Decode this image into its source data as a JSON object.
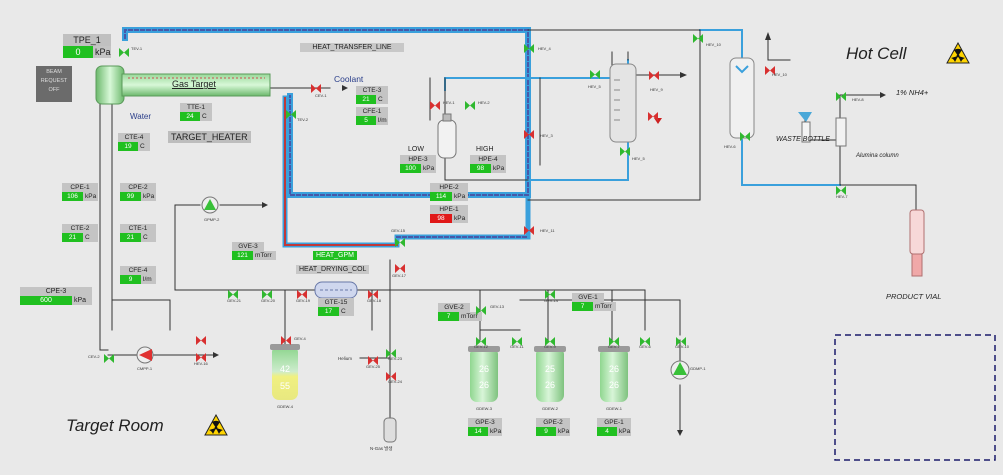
{
  "titles": {
    "hot_cell": "Hot Cell",
    "target_room": "Target Room"
  },
  "gas_target": {
    "label": "Gas Target"
  },
  "beam_box": {
    "line1": "BEAM",
    "line2": "REQUEST",
    "line3": "OFF"
  },
  "labels": {
    "heat_transfer_line": "HEAT_TRANSFER_LINE",
    "target_heater": "TARGET_HEATER",
    "heat_gpm": "HEAT_GPM",
    "heat_drying_col": "HEAT_DRYING_COL",
    "water": "Water",
    "coolant": "Coolant",
    "low": "LOW",
    "high": "HIGH",
    "nh4": "1% NH4+",
    "waste_bottle": "WASTE BOTTLE",
    "alumina_column": "Alumina column",
    "product_vial": "PRODUCT VIAL",
    "helium": "Helium",
    "n2": "N-Gas 발생"
  },
  "gauges": {
    "tpe1": {
      "name": "TPE_1",
      "value": "0",
      "unit": "kPa"
    },
    "tte1": {
      "name": "TTE-1",
      "value": "24",
      "unit": "C"
    },
    "cte3": {
      "name": "CTE-3",
      "value": "21",
      "unit": "C"
    },
    "cfe1": {
      "name": "CFE-1",
      "value": "5",
      "unit": "l/m"
    },
    "cte4": {
      "name": "CTE-4",
      "value": "19",
      "unit": "C"
    },
    "cpe1": {
      "name": "CPE-1",
      "value": "106",
      "unit": "kPa"
    },
    "cpe2": {
      "name": "CPE-2",
      "value": "99",
      "unit": "kPa"
    },
    "cte2": {
      "name": "CTE-2",
      "value": "21",
      "unit": "C"
    },
    "cte1": {
      "name": "CTE-1",
      "value": "21",
      "unit": "C"
    },
    "cfe4": {
      "name": "CFE-4",
      "value": "9",
      "unit": "l/m"
    },
    "cpe3": {
      "name": "CPE-3",
      "value": "600",
      "unit": "kPa"
    },
    "hpe3": {
      "name": "HPE-3",
      "value": "100",
      "unit": "kPa"
    },
    "hpe4": {
      "name": "HPE-4",
      "value": "98",
      "unit": "kPa"
    },
    "hpe2": {
      "name": "HPE-2",
      "value": "114",
      "unit": "kPa"
    },
    "hpe1": {
      "name": "HPE-1",
      "value": "98",
      "unit": "kPa"
    },
    "gve3": {
      "name": "GVE-3",
      "value": "121",
      "unit": "mTorr"
    },
    "gte15": {
      "name": "GTE-15",
      "value": "17",
      "unit": "C"
    },
    "gve2": {
      "name": "GVE-2",
      "value": "7",
      "unit": "mTorr"
    },
    "gve1": {
      "name": "GVE-1",
      "value": "7",
      "unit": "mTorr"
    },
    "gpe3": {
      "name": "GPE-3",
      "value": "14",
      "unit": "kPa"
    },
    "gpe2": {
      "name": "GPE-2",
      "value": "9",
      "unit": "kPa"
    },
    "gpe1": {
      "name": "GPE-1",
      "value": "4",
      "unit": "kPa"
    }
  },
  "vessels": {
    "gdew4": {
      "top": "42",
      "bottom": "55",
      "tag": "GDEW-4"
    },
    "gdew3": {
      "top": "26",
      "bottom": "26",
      "tag": "GDEW-3"
    },
    "gdew2": {
      "top": "25",
      "bottom": "26",
      "tag": "GDEW-2"
    },
    "gdew1": {
      "top": "26",
      "bottom": "26",
      "tag": "GDEW-1"
    }
  },
  "tags": {
    "tev1": "TEV-1",
    "tev2": "TEV-2",
    "cev1": "CEV-1",
    "hev1": "HEV-1",
    "hev2": "HEV-2",
    "hev3": "HEV_3",
    "hev4": "HEV_4",
    "hev5": "HEV_5",
    "hev6": "HEV-6",
    "hev7": "HEV-7",
    "hev8": "HEV-8",
    "hev9": "HEV_9",
    "hev10": "HEV_10",
    "hev11": "HEV_11",
    "hev12": "HEV_12",
    "gpmp2": "GPMP-2",
    "gev15": "GEV-15",
    "gev17": "GEV-17",
    "gev21": "GEV-21",
    "gev20": "GEV-20",
    "gev19": "GEV-19",
    "gev18": "GEV-18",
    "gev14": "GEV-14",
    "gev13": "GEV-13",
    "gev12": "GEV-12",
    "gev11": "GEV-11",
    "gev10": "GEV-10",
    "gev9": "GEV-9",
    "gev8": "GEV-8",
    "gev7": "GEV-7",
    "gev6": "GEV-6",
    "gev5": "GEV-5",
    "gev4": "GEV-4",
    "gev3": "GEV-3",
    "gev2": "GEV-2",
    "gev1": "GEV-1",
    "gev23": "GEV-23",
    "gev24": "GEV-24",
    "gev22": "GEV-22",
    "gev25": "GEV-25",
    "cmpp1": "CMPP-1",
    "cev2": "CEV-2",
    "hev16": "HEV-16",
    "gdmp1": "GDMP-1"
  },
  "colors": {
    "green": "#20c020",
    "red": "#e01818",
    "blue_pipe": "#3aa0dc",
    "red_pipe": "#d04040"
  }
}
